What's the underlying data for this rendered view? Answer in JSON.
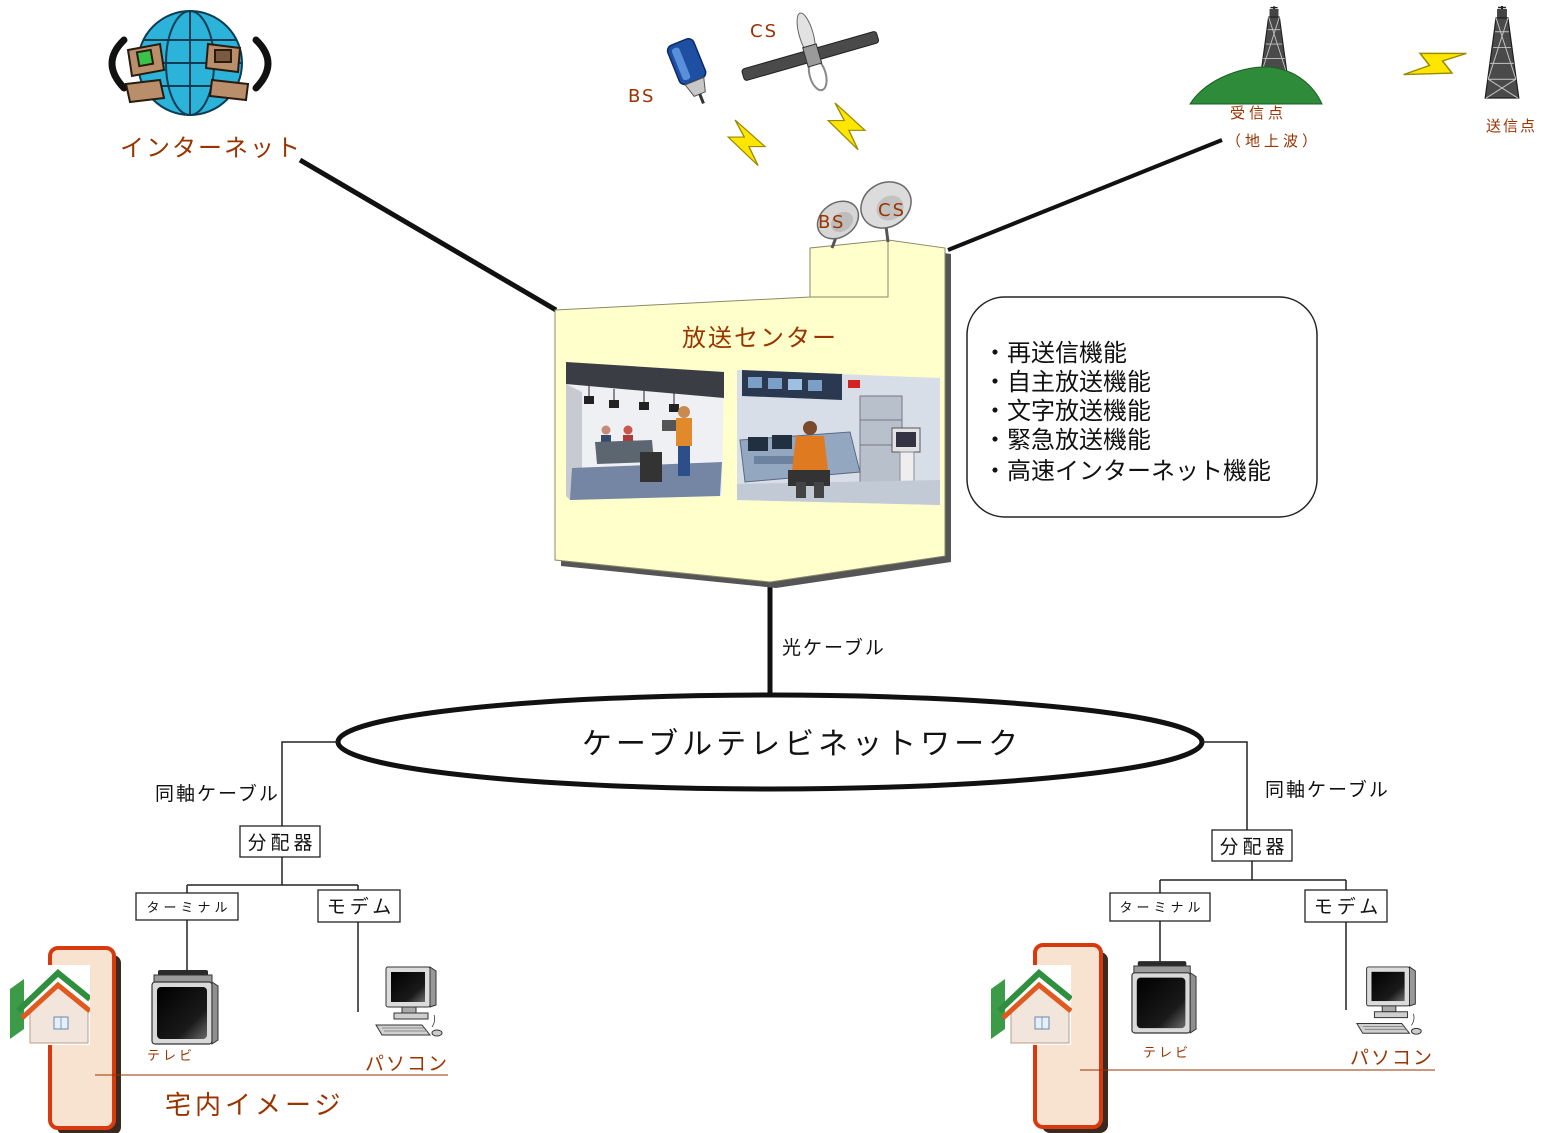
{
  "colors": {
    "label_brown": "#993300",
    "building_fill": "#FFFFCC",
    "panel_border": "#D83A10",
    "panel_fill": "#F7E3CF",
    "hill_green": "#2E8B3A",
    "bolt_yellow": "#FFE600"
  },
  "internet": {
    "label": "インターネット",
    "icon": "globe-network-icon"
  },
  "satellites": {
    "bs_label": "BS",
    "cs_label": "CS",
    "icon": "satellite-icon",
    "signal_icon": "lightning-icon"
  },
  "terrestrial": {
    "receive_label": "受信点",
    "receive_sub": "（地上波）",
    "transmit_label": "送信点",
    "icon": "radio-tower-icon"
  },
  "center": {
    "title": "放送センター",
    "dish_bs": "BS",
    "dish_cs": "CS",
    "functions": [
      "・再送信機能",
      "・自主放送機能",
      "・文字放送機能",
      "・緊急放送機能",
      "・高速インターネット機能"
    ]
  },
  "trunk": {
    "label": "光ケーブル"
  },
  "network": {
    "label": "ケーブルテレビネットワーク"
  },
  "left": {
    "coax_label": "同軸ケーブル",
    "splitter": "分配器",
    "terminal": "ターミナル",
    "modem": "モデム",
    "tv": "テレビ",
    "pc": "パソコン",
    "home_label": "宅内イメージ"
  },
  "right": {
    "coax_label": "同軸ケーブル",
    "splitter": "分配器",
    "terminal": "ターミナル",
    "modem": "モデム",
    "tv": "テレビ",
    "pc": "パソコン"
  }
}
